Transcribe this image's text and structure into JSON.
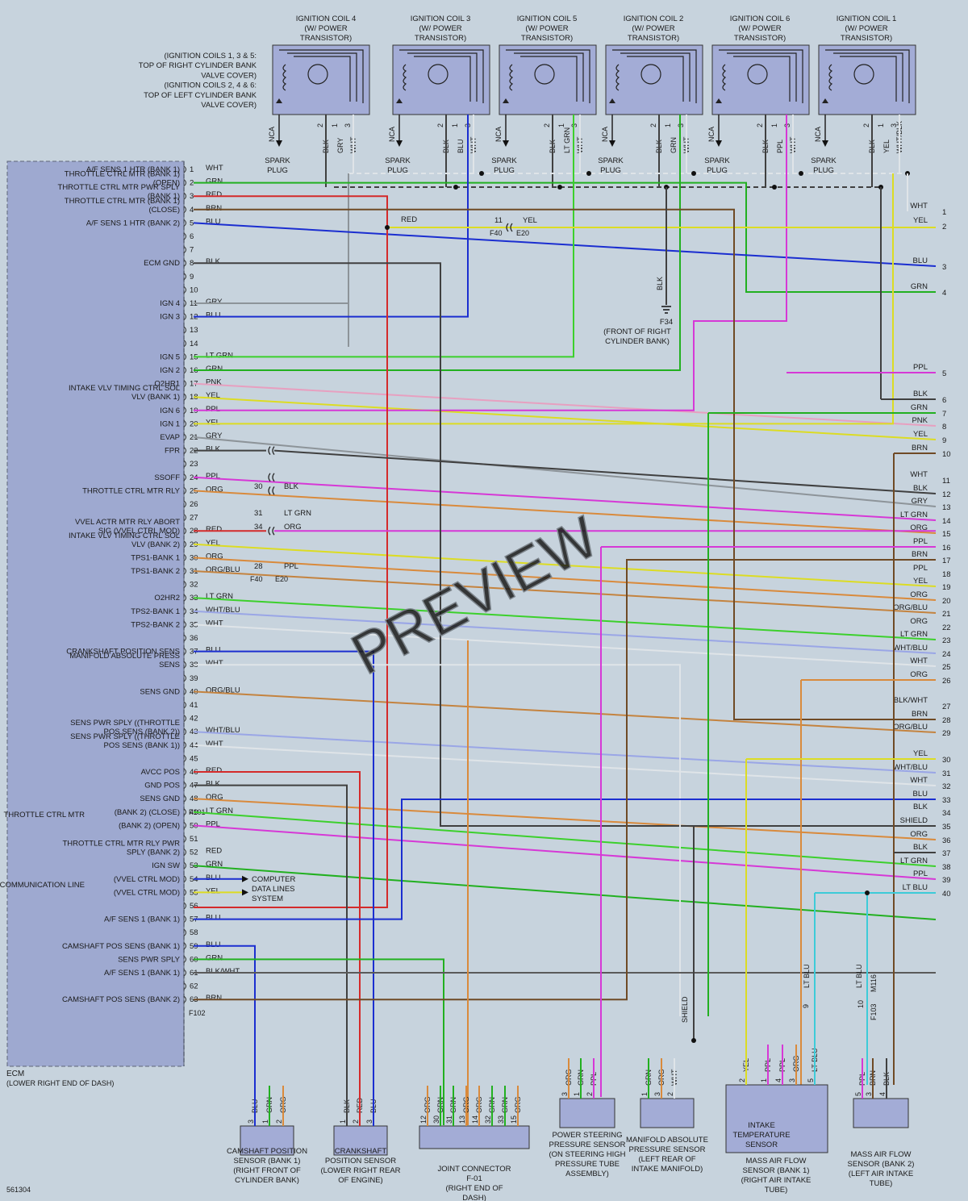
{
  "diagram_id": "561304",
  "watermark": "PREVIEW",
  "ecm": {
    "label": "ECM",
    "location": "(LOWER RIGHT END OF DASH)",
    "pins": [
      {
        "n": "1",
        "color": "WHT",
        "label": "A/F SENS 1 HTR (BANK 1)"
      },
      {
        "n": "2",
        "color": "GRN",
        "label": "THROTTLE CTRL MTR (BANK 1) (OPEN)"
      },
      {
        "n": "3",
        "color": "RED",
        "label": "THROTTLE CTRL MTR PWR SPLY (BANK 1)"
      },
      {
        "n": "4",
        "color": "BRN",
        "label": "THROTTLE CTRL MTR (BANK 1) (CLOSE)"
      },
      {
        "n": "5",
        "color": "BLU",
        "label": "A/F SENS 1 HTR (BANK 2)"
      },
      {
        "n": "6",
        "color": "",
        "label": ""
      },
      {
        "n": "7",
        "color": "",
        "label": ""
      },
      {
        "n": "8",
        "color": "BLK",
        "label": "ECM GND"
      },
      {
        "n": "9",
        "color": "",
        "label": ""
      },
      {
        "n": "10",
        "color": "",
        "label": ""
      },
      {
        "n": "11",
        "color": "GRY",
        "label": "IGN 4"
      },
      {
        "n": "12",
        "color": "BLU",
        "label": "IGN 3"
      },
      {
        "n": "13",
        "color": "",
        "label": ""
      },
      {
        "n": "14",
        "color": "",
        "label": ""
      },
      {
        "n": "15",
        "color": "LT GRN",
        "label": "IGN 5"
      },
      {
        "n": "16",
        "color": "GRN",
        "label": "IGN 2"
      },
      {
        "n": "17",
        "color": "PNK",
        "label": "O2HR1"
      },
      {
        "n": "18",
        "color": "YEL",
        "label": "INTAKE VLV TIMING CTRL SOL VLV (BANK 1)"
      },
      {
        "n": "19",
        "color": "PPL",
        "label": "IGN 6"
      },
      {
        "n": "20",
        "color": "YEL",
        "label": "IGN 1"
      },
      {
        "n": "21",
        "color": "GRY",
        "label": "EVAP"
      },
      {
        "n": "22",
        "color": "BLK",
        "label": "FPR"
      },
      {
        "n": "23",
        "color": "",
        "label": ""
      },
      {
        "n": "24",
        "color": "PPL",
        "label": "SSOFF"
      },
      {
        "n": "25",
        "color": "ORG",
        "label": "THROTTLE CTRL MTR RLY"
      },
      {
        "n": "26",
        "color": "",
        "label": ""
      },
      {
        "n": "27",
        "color": "",
        "label": ""
      },
      {
        "n": "28",
        "color": "RED",
        "label": "VVEL ACTR MTR RLY ABORT SIG (VVEL CTRL MOD)"
      },
      {
        "n": "29",
        "color": "YEL",
        "label": "INTAKE VLV TIMING CTRL SOL VLV (BANK 2)"
      },
      {
        "n": "30",
        "color": "ORG",
        "label": "TPS1-BANK 1"
      },
      {
        "n": "31",
        "color": "ORG/BLU",
        "label": "TPS1-BANK 2"
      },
      {
        "n": "32",
        "color": "",
        "label": ""
      },
      {
        "n": "33",
        "color": "LT GRN",
        "label": "O2HR2"
      },
      {
        "n": "34",
        "color": "WHT/BLU",
        "label": "TPS2-BANK 1"
      },
      {
        "n": "35",
        "color": "WHT",
        "label": "TPS2-BANK 2"
      },
      {
        "n": "36",
        "color": "",
        "label": ""
      },
      {
        "n": "37",
        "color": "BLU",
        "label": "CRANKSHAFT POSITION SENS"
      },
      {
        "n": "38",
        "color": "WHT",
        "label": "MANIFOLD ABSOLUTE PRESS SENS"
      },
      {
        "n": "39",
        "color": "",
        "label": ""
      },
      {
        "n": "40",
        "color": "ORG/BLU",
        "label": "SENS GND"
      },
      {
        "n": "41",
        "color": "",
        "label": ""
      },
      {
        "n": "42",
        "color": "",
        "label": ""
      },
      {
        "n": "43",
        "color": "WHT/BLU",
        "label": "SENS PWR SPLY ((THROTTLE POS SENS (BANK 2))"
      },
      {
        "n": "44",
        "color": "WHT",
        "label": "SENS PWR SPLY ((THROTTLE POS SENS (BANK 1))"
      },
      {
        "n": "45",
        "color": "",
        "label": ""
      },
      {
        "n": "46",
        "color": "RED",
        "label": "AVCC POS"
      },
      {
        "n": "47",
        "color": "BLK",
        "label": "GND POS"
      },
      {
        "n": "48",
        "color": "ORG",
        "label": "SENS GND"
      },
      {
        "n": "49",
        "color": "LT GRN",
        "label": "(BANK 2) (CLOSE)"
      },
      {
        "n": "50",
        "color": "PPL",
        "label": "(BANK 2) (OPEN)"
      },
      {
        "n": "51",
        "color": "",
        "label": ""
      },
      {
        "n": "52",
        "color": "RED",
        "label": "THROTTLE CTRL MTR RLY PWR SPLY (BANK 2)"
      },
      {
        "n": "53",
        "color": "GRN",
        "label": "IGN SW"
      },
      {
        "n": "54",
        "color": "BLU",
        "label": "(VVEL CTRL MOD)"
      },
      {
        "n": "55",
        "color": "YEL",
        "label": "(VVEL CTRL MOD)"
      },
      {
        "n": "56",
        "color": "",
        "label": ""
      },
      {
        "n": "57",
        "color": "BLU",
        "label": "A/F SENS 1 (BANK 1)"
      },
      {
        "n": "58",
        "color": "",
        "label": ""
      },
      {
        "n": "59",
        "color": "BLU",
        "label": "CAMSHAFT POS SENS (BANK 1)"
      },
      {
        "n": "60",
        "color": "GRN",
        "label": "SENS PWR SPLY"
      },
      {
        "n": "61",
        "color": "BLK/WHT",
        "label": "A/F SENS 1 (BANK 1)"
      },
      {
        "n": "62",
        "color": "",
        "label": ""
      },
      {
        "n": "63",
        "color": "BRN",
        "label": "CAMSHAFT POS SENS (BANK 2)"
      }
    ],
    "connectors": [
      "F101",
      "F102"
    ],
    "group_labels": {
      "throttle": "THROTTLE CTRL MTR",
      "can": "CAN COMMUNICATION LINE"
    }
  },
  "coils": [
    {
      "name": "IGNITION COIL 4",
      "sub": "(W/ POWER TRANSISTOR)"
    },
    {
      "name": "IGNITION COIL 3",
      "sub": "(W/ POWER TRANSISTOR)"
    },
    {
      "name": "IGNITION COIL 5",
      "sub": "(W/ POWER TRANSISTOR)"
    },
    {
      "name": "IGNITION COIL 2",
      "sub": "(W/ POWER TRANSISTOR)"
    },
    {
      "name": "IGNITION COIL 6",
      "sub": "(W/ POWER TRANSISTOR)"
    },
    {
      "name": "IGNITION COIL 1",
      "sub": "(W/ POWER TRANSISTOR)"
    }
  ],
  "coil_wire_colors": [
    [
      "BLK",
      "GRY",
      "WHT"
    ],
    [
      "BLK",
      "BLU",
      "WHT"
    ],
    [
      "BLK",
      "LT GRN",
      "WHT"
    ],
    [
      "BLK",
      "GRN",
      "WHT"
    ],
    [
      "BLK",
      "PPL",
      "WHT"
    ],
    [
      "BLK",
      "YEL",
      "WHT/BLK"
    ]
  ],
  "coil_pin_numbers": [
    "2",
    "1",
    "3"
  ],
  "coil_note": "(IGNITION COILS 1, 3 & 5: TOP OF RIGHT CYLINDER BANK VALVE COVER) (IGNITION COILS 2, 4 & 6: TOP OF LEFT CYLINDER BANK VALVE COVER)",
  "spark_plug": "SPARK PLUG",
  "nca": "NCA",
  "ground": {
    "name": "F34",
    "location": "(FRONT OF RIGHT CYLINDER BANK)",
    "wire": "BLK"
  },
  "inline_connector": {
    "pins": [
      "11",
      "30",
      "31",
      "34",
      "28"
    ],
    "codes": [
      "F40",
      "E20"
    ],
    "colors": [
      "RED",
      "YEL",
      "BLK",
      "LT GRN",
      "ORG",
      "PPL"
    ]
  },
  "can_target": "COMPUTER DATA LINES SYSTEM",
  "right_terminals": [
    {
      "n": "1",
      "c": "WHT"
    },
    {
      "n": "2",
      "c": "YEL"
    },
    {
      "n": "3",
      "c": "BLU"
    },
    {
      "n": "4",
      "c": "GRN"
    },
    {
      "n": "5",
      "c": "PPL"
    },
    {
      "n": "6",
      "c": "BLK"
    },
    {
      "n": "7",
      "c": "GRN"
    },
    {
      "n": "8",
      "c": "PNK"
    },
    {
      "n": "9",
      "c": "YEL"
    },
    {
      "n": "10",
      "c": "BRN"
    },
    {
      "n": "11",
      "c": "WHT"
    },
    {
      "n": "12",
      "c": "BLK"
    },
    {
      "n": "13",
      "c": "GRY"
    },
    {
      "n": "14",
      "c": "LT GRN"
    },
    {
      "n": "15",
      "c": "ORG"
    },
    {
      "n": "16",
      "c": "PPL"
    },
    {
      "n": "17",
      "c": "BRN"
    },
    {
      "n": "18",
      "c": "PPL"
    },
    {
      "n": "19",
      "c": "YEL"
    },
    {
      "n": "20",
      "c": "ORG"
    },
    {
      "n": "21",
      "c": "ORG/BLU"
    },
    {
      "n": "22",
      "c": "ORG"
    },
    {
      "n": "23",
      "c": "LT GRN"
    },
    {
      "n": "24",
      "c": "WHT/BLU"
    },
    {
      "n": "25",
      "c": "WHT"
    },
    {
      "n": "26",
      "c": "ORG"
    },
    {
      "n": "27",
      "c": "BLK/WHT"
    },
    {
      "n": "28",
      "c": "BRN"
    },
    {
      "n": "29",
      "c": "ORG/BLU"
    },
    {
      "n": "30",
      "c": "YEL"
    },
    {
      "n": "31",
      "c": "WHT/BLU"
    },
    {
      "n": "32",
      "c": "WHT"
    },
    {
      "n": "33",
      "c": "BLU"
    },
    {
      "n": "34",
      "c": "BLK"
    },
    {
      "n": "35",
      "c": "SHIELD"
    },
    {
      "n": "36",
      "c": "ORG"
    },
    {
      "n": "37",
      "c": "BLK"
    },
    {
      "n": "38",
      "c": "LT GRN"
    },
    {
      "n": "39",
      "c": "PPL"
    },
    {
      "n": "40",
      "c": "LT BLU"
    }
  ],
  "bottom_components": [
    {
      "name": "CAMSHAFT POSITION SENSOR (BANK 1)",
      "loc": "(RIGHT FRONT OF CYLINDER BANK)",
      "pins": [
        "3",
        "1",
        "2"
      ],
      "wires": [
        "BLU",
        "GRN",
        "ORG"
      ]
    },
    {
      "name": "CRANKSHAFT POSITION SENSOR",
      "loc": "(LOWER RIGHT REAR OF ENGINE)",
      "pins": [
        "1",
        "2",
        "3"
      ],
      "wires": [
        "BLK",
        "RED",
        "BLU"
      ]
    },
    {
      "name": "JOINT CONNECTOR F-01",
      "loc": "(RIGHT END OF DASH)",
      "pins": [
        "12",
        "30",
        "31",
        "13",
        "14",
        "32",
        "33",
        "15"
      ],
      "wires": [
        "ORG",
        "GRN",
        "GRN",
        "ORG",
        "ORG",
        "GRN",
        "GRN",
        "ORG"
      ]
    },
    {
      "name": "POWER STEERING PRESSURE SENSOR",
      "loc": "(ON STEERING HIGH PRESSURE TUBE ASSEMBLY)",
      "pins": [
        "3",
        "1",
        "2"
      ],
      "wires": [
        "ORG",
        "GRN",
        "PPL"
      ]
    },
    {
      "name": "MANIFOLD ABSOLUTE PRESSURE SENSOR",
      "loc": "(LEFT REAR OF INTAKE MANIFOLD)",
      "pins": [
        "1",
        "3",
        "2"
      ],
      "wires": [
        "GRN",
        "ORG",
        "WHT"
      ]
    },
    {
      "name": "MASS AIR FLOW SENSOR (BANK 1)",
      "loc": "(RIGHT AIR INTAKE TUBE)",
      "pins": [
        "2",
        "1",
        "4",
        "3",
        "5"
      ],
      "wires": [
        "YEL",
        "PPL",
        "PPL",
        "ORG",
        "LT BLU"
      ],
      "sub": "INTAKE TEMPERATURE SENSOR"
    },
    {
      "name": "MASS AIR FLOW SENSOR (BANK 2)",
      "loc": "(LEFT AIR INTAKE TUBE)",
      "pins": [
        "5",
        "3",
        "4"
      ],
      "wires": [
        "PPL",
        "BRN",
        "BLK"
      ]
    }
  ],
  "shield_label": "SHIELD",
  "maf_connectors": {
    "pins": [
      "9",
      "10"
    ],
    "codes": [
      "M116",
      "F103"
    ],
    "wire": "LT BLU"
  },
  "palette": {
    "WHT": "#dfe4e8",
    "GRN": "#22b020",
    "RED": "#d42a2a",
    "BRN": "#6f4a25",
    "BLU": "#1b2ed0",
    "BLK": "#404040",
    "GRY": "#8d9499",
    "LT GRN": "#3cd02c",
    "PNK": "#e7a0c0",
    "YEL": "#dcdc23",
    "PPL": "#d638d6",
    "ORG": "#d98a3c",
    "ORG/BLU": "#c4833f",
    "WHT/BLU": "#9aa6e6",
    "BLK/WHT": "#5a5a5a",
    "LT BLU": "#3dcbd8",
    "SHIELD": "#404040",
    "WHT/BLK": "#d0d0d0"
  }
}
